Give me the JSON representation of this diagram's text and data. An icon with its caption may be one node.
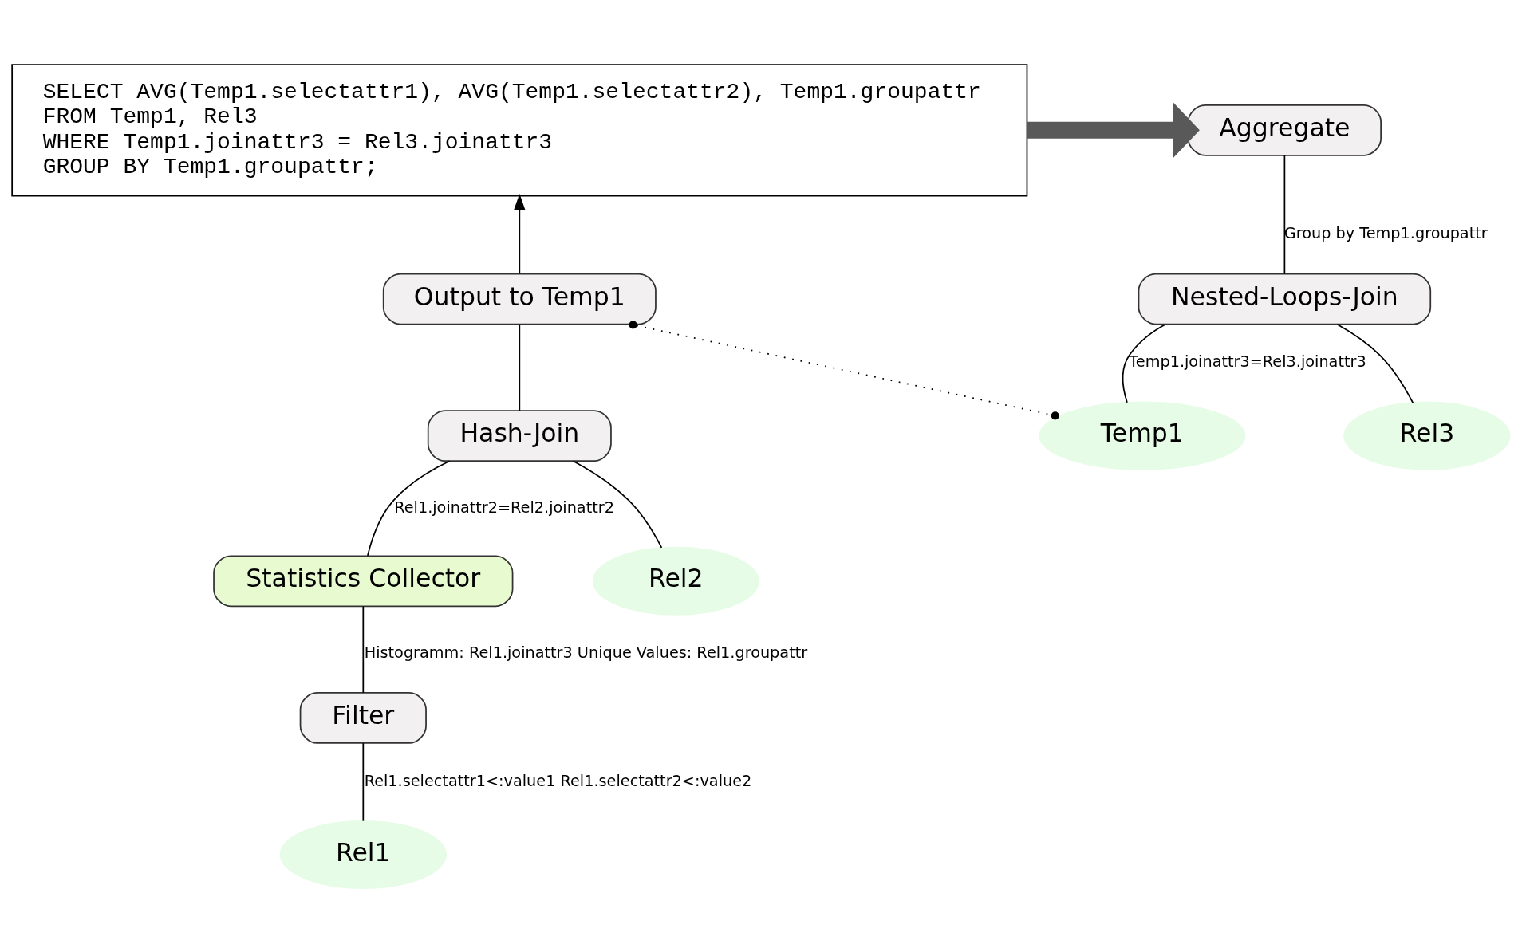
{
  "diagram": {
    "nodes": [
      {
        "text": [
          "SELECT AVG(Temp1.selectattr1), AVG(Temp1.selectattr2), Temp1.groupattr",
          "FROM Temp1, Rel3",
          "WHERE Temp1.joinattr3 = Rel3.joinattr3",
          "GROUP BY Temp1.groupattr;"
        ]
      },
      {
        "text": [
          "Aggregate"
        ]
      },
      {
        "text": [
          "Nested-Loops-Join"
        ]
      },
      {
        "text": [
          "Temp1"
        ]
      },
      {
        "text": [
          "Rel3"
        ]
      },
      {
        "text": [
          "Output to Temp1"
        ]
      },
      {
        "text": [
          "Hash-Join"
        ]
      },
      {
        "text": [
          "Statistics Collector"
        ]
      },
      {
        "text": [
          "Rel2"
        ]
      },
      {
        "text": [
          "Filter"
        ]
      },
      {
        "text": [
          "Rel1"
        ]
      }
    ],
    "edges": [
      {
        "from": 0,
        "to": 1,
        "arrow": "to",
        "style": "thick",
        "color": "#595959"
      },
      {
        "from": 1,
        "to": 2,
        "arrow": "none",
        "label": "Group by Temp1.groupattr"
      },
      {
        "from": 2,
        "to": 3,
        "arrow": "none",
        "label": "Temp1.joinattr3=Rel3.joinattr3"
      },
      {
        "from": 2,
        "to": 4,
        "arrow": "none"
      },
      {
        "from": 5,
        "to": 0,
        "arrow": "to"
      },
      {
        "from": 5,
        "to": 3,
        "arrow": "other",
        "style": "dashed"
      },
      {
        "from": 5,
        "to": 6,
        "arrow": "none"
      },
      {
        "from": 6,
        "to": 7,
        "arrow": "none",
        "label": "Rel1.joinattr2=Rel2.joinattr2"
      },
      {
        "from": 6,
        "to": 8,
        "arrow": "none"
      },
      {
        "from": 7,
        "to": 9,
        "arrow": "none",
        "label": "Histogramm: Rel1.joinattr3 Unique Values: Rel1.groupattr"
      },
      {
        "from": 9,
        "to": 10,
        "arrow": "none",
        "label": "Rel1.selectattr1<:value1 Rel1.selectattr2<:value2"
      }
    ]
  }
}
